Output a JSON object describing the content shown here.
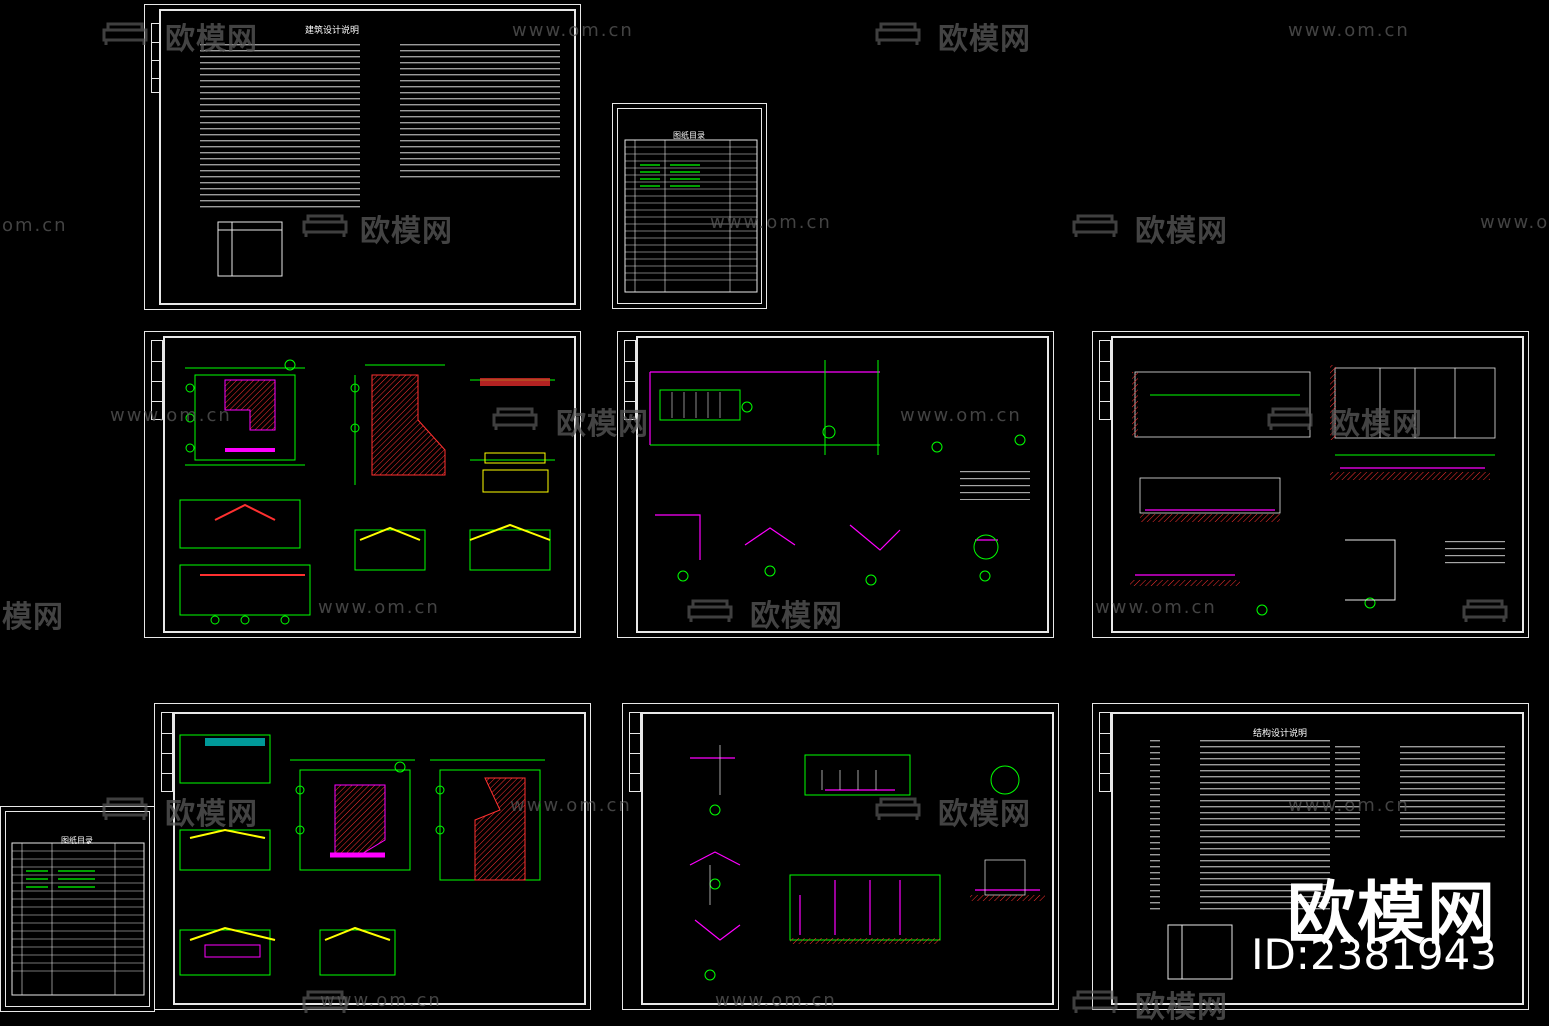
{
  "watermark": {
    "brand": "欧模网",
    "url": "www.om.cn",
    "partial_brand": "模网",
    "partial_url": "om.cn"
  },
  "branding": {
    "logo_text": "欧模网",
    "id_label": "ID:2381943"
  },
  "sheets": {
    "arch_notes_title": "建筑设计说明",
    "drawing_list_title": "图纸目录",
    "struct_notes_title": "结构设计说明",
    "struct_list_title": "图纸目录"
  },
  "colors": {
    "background": "#000000",
    "frame": "#e8e8e8",
    "cad_green": "#00ff00",
    "cad_magenta": "#ff00ff",
    "cad_yellow": "#ffff00",
    "cad_cyan": "#00ffff",
    "cad_red": "#ff3030",
    "watermark": "#5a5a5a"
  }
}
